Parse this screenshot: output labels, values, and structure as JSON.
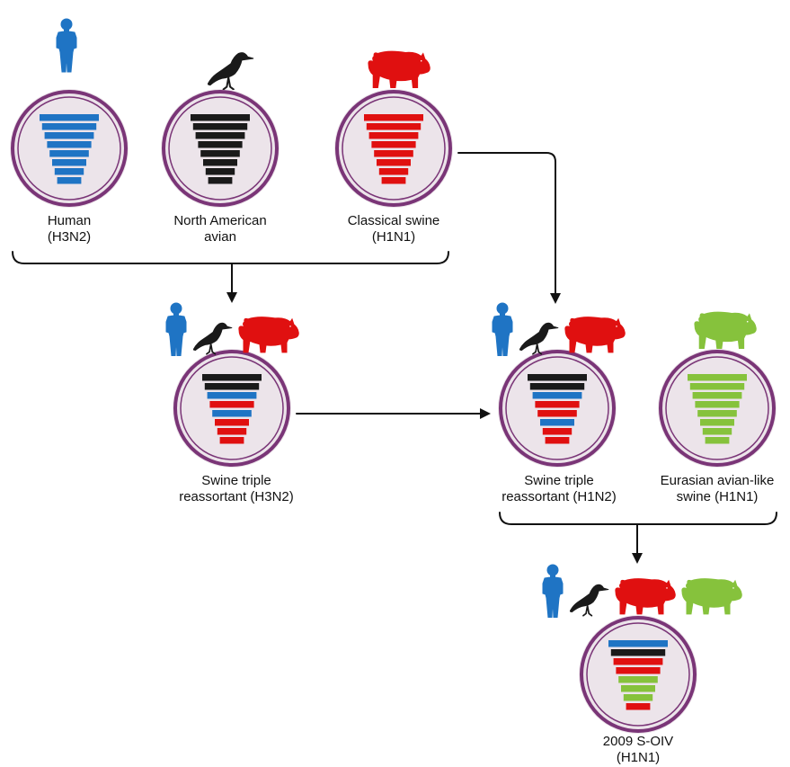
{
  "colors": {
    "human": "#1f74c4",
    "avian": "#1a1a1a",
    "classical_swine": "#e01010",
    "eurasian_swine": "#86c23c",
    "ring": "#7a3577",
    "disc": "#ece4ea",
    "arrow": "#111111"
  },
  "icons": {
    "human": "human-figure-icon",
    "avian": "bird-icon",
    "classical_swine": "red-pig-icon",
    "eurasian_swine": "green-pig-icon"
  },
  "nodes": [
    {
      "id": "human",
      "line1": "Human",
      "line2": "(H3N2)",
      "hosts": [
        "human"
      ],
      "segments": [
        "human",
        "human",
        "human",
        "human",
        "human",
        "human",
        "human",
        "human"
      ]
    },
    {
      "id": "na-avian",
      "line1": "North American",
      "line2": "avian",
      "hosts": [
        "avian"
      ],
      "segments": [
        "avian",
        "avian",
        "avian",
        "avian",
        "avian",
        "avian",
        "avian",
        "avian"
      ]
    },
    {
      "id": "classical-swine",
      "line1": "Classical swine",
      "line2": "(H1N1)",
      "hosts": [
        "classical_swine"
      ],
      "segments": [
        "classical_swine",
        "classical_swine",
        "classical_swine",
        "classical_swine",
        "classical_swine",
        "classical_swine",
        "classical_swine",
        "classical_swine"
      ]
    },
    {
      "id": "triple-h3n2",
      "line1": "Swine triple",
      "line2": "reassortant (H3N2)",
      "hosts": [
        "human",
        "avian",
        "classical_swine"
      ],
      "segments": [
        "avian",
        "avian",
        "human",
        "classical_swine",
        "human",
        "classical_swine",
        "classical_swine",
        "classical_swine"
      ]
    },
    {
      "id": "triple-h1n2",
      "line1": "Swine triple",
      "line2": "reassortant (H1N2)",
      "hosts": [
        "human",
        "avian",
        "classical_swine"
      ],
      "segments": [
        "avian",
        "avian",
        "human",
        "classical_swine",
        "classical_swine",
        "human",
        "classical_swine",
        "classical_swine"
      ]
    },
    {
      "id": "eurasian",
      "line1": "Eurasian avian-like",
      "line2": "swine (H1N1)",
      "hosts": [
        "eurasian_swine"
      ],
      "segments": [
        "eurasian_swine",
        "eurasian_swine",
        "eurasian_swine",
        "eurasian_swine",
        "eurasian_swine",
        "eurasian_swine",
        "eurasian_swine",
        "eurasian_swine"
      ]
    },
    {
      "id": "soiv-2009",
      "line1": "2009 S-OIV",
      "line2": "(H1N1)",
      "hosts": [
        "human",
        "avian",
        "classical_swine",
        "eurasian_swine"
      ],
      "segments": [
        "human",
        "avian",
        "classical_swine",
        "classical_swine",
        "eurasian_swine",
        "eurasian_swine",
        "eurasian_swine",
        "classical_swine"
      ]
    }
  ]
}
